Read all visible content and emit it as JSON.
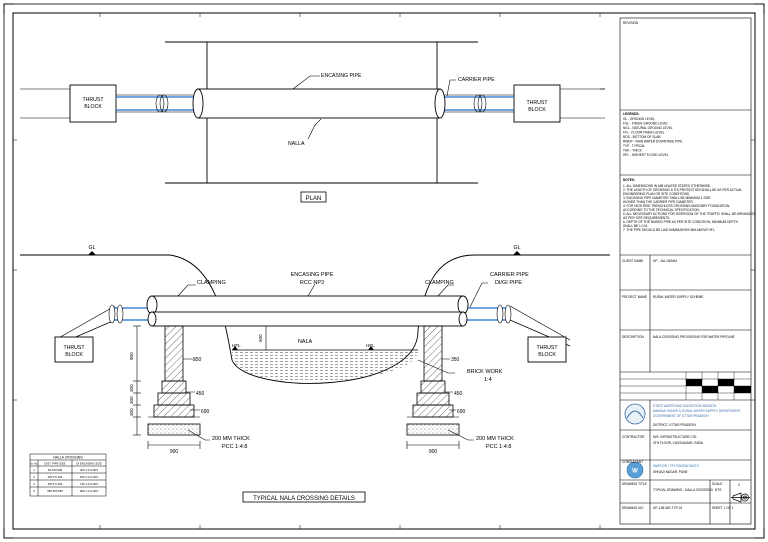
{
  "plan": {
    "title": "PLAN",
    "encasing_pipe": "ENCASING PIPE",
    "carrier_pipe": "CARRIER PIPE",
    "nalla": "NALLA",
    "thrust_block_left": [
      "THRUST",
      "BLOCK"
    ],
    "thrust_block_right": [
      "THRUST",
      "BLOCK"
    ]
  },
  "section": {
    "gl_left": "GL",
    "gl_right": "GL",
    "clamping_left": "CLAMPING",
    "clamping_right": "CLAMPING",
    "encasing_pipe": [
      "ENCASING PIPE",
      "RCC NP3"
    ],
    "carrier_pipe": [
      "CARRIER PIPE",
      "DI/GI PIPE"
    ],
    "thrust_block_left": [
      "THRUST",
      "BLOCK"
    ],
    "thrust_block_right": [
      "THRUST",
      "BLOCK"
    ],
    "hfl_left": "HFL",
    "hfl_right": "HFL",
    "nala": "NALA",
    "dim_500": "500",
    "dim_900_v": "900",
    "dim_300_a": "300",
    "dim_300_b": "300",
    "dim_300_c": "300",
    "dim_350_l": "350",
    "dim_450_l": "450",
    "dim_690_l": "690",
    "dim_350_r": "350",
    "dim_450_r": "450",
    "dim_690_r": "690",
    "brick_work": [
      "BRICK WORK",
      "1:4"
    ],
    "pcc_left": [
      "200 MM THICK",
      "PCC 1:4:8"
    ],
    "pcc_right": [
      "200 MM THICK",
      "PCC 1:4:8"
    ],
    "dim_900_left": "900",
    "dim_900_right": "900",
    "title": "TYPICAL NALA CROSSING DETAILS"
  },
  "nala_table": {
    "title": "NALLA CROSSING",
    "headers": [
      "Sr. No",
      "DIST. PIPE SIZE",
      "DI ENCASING SIZE"
    ],
    "rows": [
      [
        "1",
        "90-150 MM",
        "300 1:2:4 NP3"
      ],
      [
        "2",
        "200 TO 300",
        "500 1:2:4 NP3"
      ],
      [
        "3",
        "350 TO 450",
        "700 1:2:4 NP3"
      ],
      [
        "4",
        "450-600 MM",
        "900 1:2:4 NP3"
      ]
    ]
  },
  "title_block": {
    "revision": "REVISION",
    "legend_title": "LEGENDS:",
    "legend_items": [
      "GL - GROUND LEVEL",
      "FGL - FINISH GROUND LEVEL",
      "NGL - NATURAL GROUND LEVEL",
      "FFL - FLOOR FINISH LEVEL",
      "BOS - BOTTOM OF SLAB",
      "RWDP - RAIN WATER DOWNTAKE PIPE",
      "TYP - TYPICAL",
      "THK - THICK",
      "HFL - HIGHEST FLOOD LEVEL"
    ],
    "notes_title": "NOTES:",
    "notes": [
      "1. ALL DIMENSIONS IN MM UNLESS STATED OTHERWISE.",
      "2. THE LENGTH OF CROSSING & ITS PROTECTION SHALL BE AS PER ACTUAL",
      "   ENGINEERING PLAN OR SITE CONDITIONS.",
      "3. ENCASING PIPE DIAMETER SHALL BE MINIMUM 1 SIZE",
      "   HIGHER THAN THE CARRIER PIPE DIAMETER.",
      "4. FOR HIGH RISE TRENCHLESS CROSSING MASONRY FOUNDATION.",
      "   ACCORDING TO THE TECHNICAL SPECIFICATION.",
      "5. ALL NECESSARY ACTIONS FOR DIVERSION OF THE TRAFFIC SHALL BE ARRANGED",
      "   AS PER SITE REQUIREMENTS.",
      "6. DEPTH OF THE BURIED PIPE AS PER SITE CONDITION, MINIMUM DEPTH",
      "   SHALL BE 1.0 M.",
      "7. THE PIPE SHOULD BE LAID MINIMUM 900 MM ABOVE HFL."
    ],
    "client_name_label": "CLIENT NAME",
    "client_name": "UP - JAL NIGAM",
    "project_name_label": "PROJECT NAME",
    "project_name": "RURAL WATER SUPPLY SCHEME",
    "description_label": "DESCRIPTION",
    "description": "NALA CROSSING PROVISIONS FOR WATER PIPELINE",
    "owner_name": "STATE WATER AND SANITATION MISSION",
    "owner_line2": "NAMAMI GANGE & RURAL WATER SUPPLY DEPARTMENT",
    "owner_line3": "GOVERNMENT OF UTTAR PRADESH",
    "district": "DISTRICT: UTTAR PRADESH",
    "contractor_label": "CONTRACTOR",
    "contractor": "M/S. INFRASTRUCTURE LTD.",
    "contractor_addr": "4TH FLOOR, VIJAYNAGAR, INDIA",
    "consultant_label": "CONSULTANT",
    "consultant": "WAPCOS / TPI CONSULTANTS",
    "consultant_addr": "SHIVAJI NAGAR, PUNE",
    "drawing_title_label": "DRAWING TITLE",
    "drawing_title": "TYPICAL DRAWING - NALLA CROSSING",
    "drawing_no_label": "DRAWING NO.",
    "drawing_no": "UP-JJM-WS-TYP-01",
    "scale_label": "SCALE",
    "scale": "NTS",
    "sheet": "SHEET 1 OF 1",
    "rev_no": "0"
  }
}
